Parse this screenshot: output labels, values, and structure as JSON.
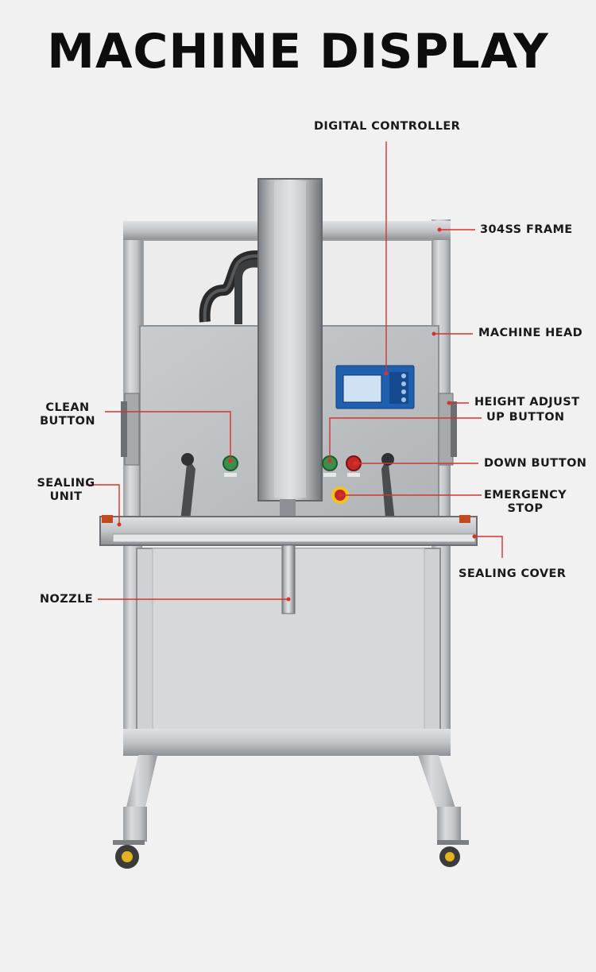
{
  "title": "MACHINE DISPLAY",
  "labels": {
    "digital_controller": "DIGITAL CONTROLLER",
    "frame": "304SS FRAME",
    "machine_head": "MACHINE HEAD",
    "clean_button": [
      "CLEAN",
      "BUTTON"
    ],
    "height_adjust": "HEIGHT ADJUST",
    "up_button": "UP BUTTON",
    "down_button": "DOWN BUTTON",
    "sealing_unit": [
      "SEALING",
      "UNIT"
    ],
    "emergency_stop": [
      "EMERGENCY",
      "STOP"
    ],
    "sealing_cover": "SEALING COVER",
    "nozzle": "NOZZLE"
  },
  "colors": {
    "accent": "#d8322c",
    "title": "#0d0d0d",
    "background": "#f1f1f1",
    "steel": "#b9bcbf",
    "screen_blue": "#1f5fb0"
  }
}
